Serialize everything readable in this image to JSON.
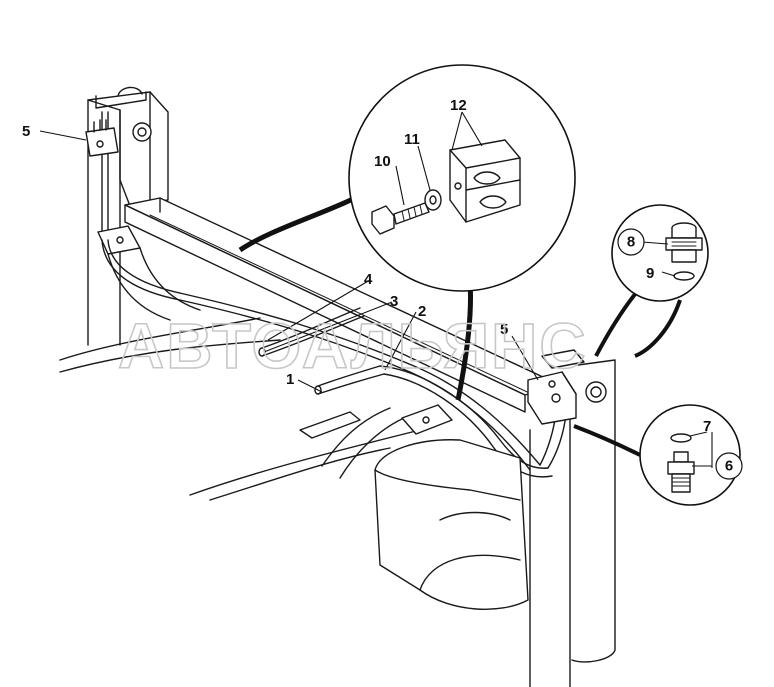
{
  "watermark": "АВТОАЛЬЯНС",
  "callouts": {
    "c1": "1",
    "c2": "2",
    "c3": "3",
    "c4": "4",
    "c5_left": "5",
    "c5_center": "5",
    "c6": "6",
    "c7": "7",
    "c8": "8",
    "c9": "9",
    "c10": "10",
    "c11": "11",
    "c12": "12"
  }
}
